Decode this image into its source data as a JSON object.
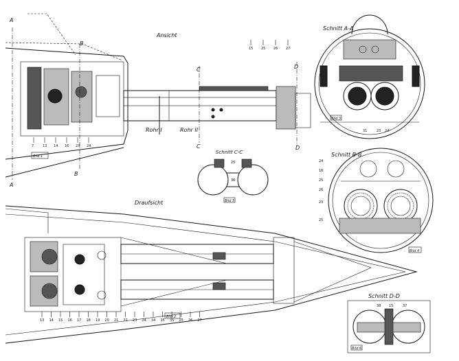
{
  "views": {
    "side": {
      "title": "Ansicht",
      "caption": "Bild 1"
    },
    "plan": {
      "title": "Draufsicht",
      "caption": "Bild 2"
    },
    "section_aa": {
      "title": "Schnitt A-A",
      "caption": "Bild 3"
    },
    "section_bb": {
      "title": "Schnitt B-B",
      "caption": "Bild 4"
    },
    "section_cc": {
      "title": "Schnitt C-C",
      "caption": "Bild 5"
    },
    "section_dd": {
      "title": "Schnitt D-D",
      "caption": "Bild 6"
    }
  },
  "cut_markers": {
    "a_top": "A",
    "a_bottom": "A",
    "b_top": "B",
    "b_bottom": "B",
    "c_top": "C",
    "c_bottom": "C",
    "d_top": "D",
    "d_bottom": "D"
  },
  "tube_labels": {
    "tube_1": "Rohr I",
    "tube_2": "Rohr II"
  },
  "part_numbers": {
    "side_bottom": [
      "7",
      "13",
      "14",
      "16",
      "23",
      "24"
    ],
    "side_right": [
      "15",
      "25",
      "26",
      "27"
    ],
    "plan_bottom": [
      "13",
      "14",
      "15",
      "16",
      "17",
      "18",
      "19",
      "20",
      "21",
      "22",
      "23",
      "24",
      "34",
      "15",
      "35",
      "25",
      "26",
      "27"
    ],
    "section_aa_bottom": [
      "31",
      "23",
      "24"
    ],
    "section_bb_left": [
      "24",
      "16",
      "25",
      "26",
      "23",
      "25"
    ],
    "section_cc": [
      "25",
      "36"
    ],
    "section_dd": [
      "38",
      "15",
      "37"
    ]
  }
}
